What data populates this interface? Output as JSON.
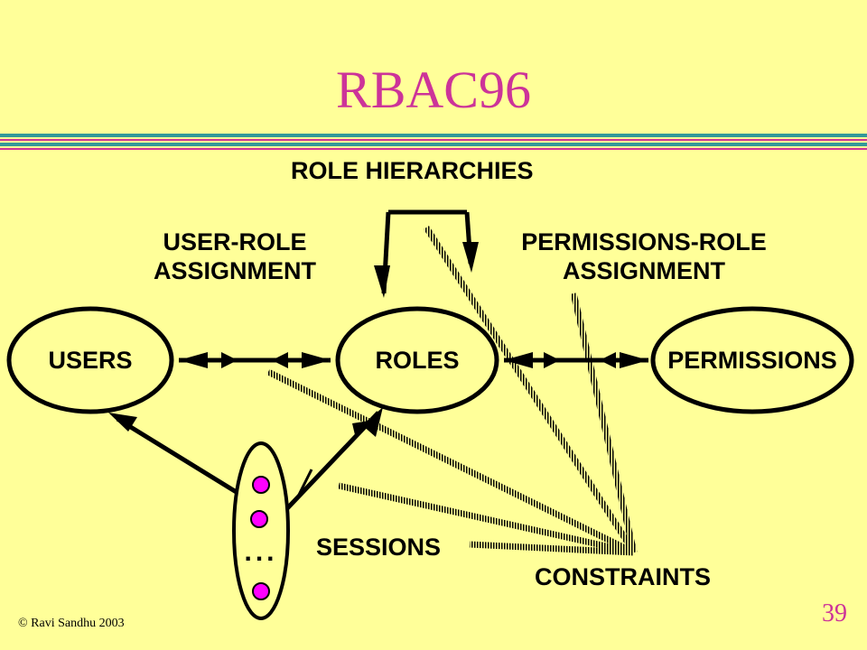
{
  "slide": {
    "title": "RBAC96",
    "page_number": "39",
    "copyright": "© Ravi Sandhu 2003"
  },
  "diagram": {
    "labels": {
      "role_hierarchies": "ROLE HIERARCHIES",
      "user_role_line1": "USER-ROLE",
      "user_role_line2": "ASSIGNMENT",
      "perm_role_line1": "PERMISSIONS-ROLE",
      "perm_role_line2": "ASSIGNMENT",
      "users": "USERS",
      "roles": "ROLES",
      "permissions": "PERMISSIONS",
      "sessions": "SESSIONS",
      "constraints": "CONSTRAINTS",
      "ellipsis": "..."
    },
    "colors": {
      "title": "#CC3399",
      "background": "#FFFF99",
      "rule_teal": "#339999",
      "rule_magenta": "#CC3399",
      "session_dot": "#FF00FF"
    }
  }
}
